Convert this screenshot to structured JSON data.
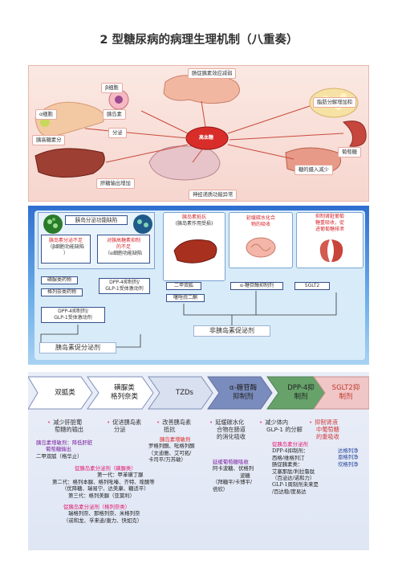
{
  "title": "2 型糖尿病的病理生理机制（八重奏）",
  "pathophys": {
    "labels": {
      "beta_cell": "β细胞",
      "alpha_cell": "α细胞",
      "hyperglucagon": "胰高糖素分",
      "insulin_secretion": [
        "胰岛素",
        "分泌"
      ],
      "incretin": "肠促胰素效应减弱",
      "lipolysis": "脂肪分解增加和",
      "glucose_reabsorption": "葡萄糖",
      "glucose_uptake": "糖的摄入减少",
      "hepatic_output": "肝糖输出增加",
      "neuro": "神经递质功能异常",
      "center": "高血糖"
    }
  },
  "panel2": {
    "insulin_deficiency": {
      "header": "胰岛分泌功能缺陷",
      "left_box": [
        "胰岛素分泌不足",
        "（β细胞功能缺陷",
        "）"
      ],
      "right_box": [
        "对胰高糖素抑制",
        "的不足",
        "（α细胞功能缺陷"
      ],
      "drugs": [
        "磺脲类药物",
        "格列奈类药物",
        "DPP-4抑制剂/",
        "GLP-1受体激动剂"
      ],
      "bottom_drug": [
        "DPP-4抑制剂/",
        "GLP-1受体激动剂"
      ]
    },
    "resistance": {
      "header": [
        "胰岛素抵抗",
        "(胰岛素作用受损)"
      ],
      "drugs": [
        "二甲双胍",
        "噻唑烷二酮"
      ]
    },
    "carb": {
      "header": [
        "延缓碳水化合",
        "物的吸收"
      ],
      "drug": "α-糖苷酶抑制剂"
    },
    "renal": {
      "header": [
        "抑制肾脏葡萄",
        "糖重吸收，促",
        "进葡萄糖排泄"
      ],
      "drug": "SGLT2"
    },
    "non_secretagogue": "非胰岛素促泌剂",
    "secretagogue": "胰岛素促分泌剂"
  },
  "panel3": {
    "arrows": [
      {
        "label": "双胍类",
        "color": "#ffffff"
      },
      {
        "label": "磺脲类\n格列奈类",
        "color": "#ffffff"
      },
      {
        "label": "TZDs",
        "color": "#d9e0ef"
      },
      {
        "label": "α-糖苷酶\n抑制剂",
        "color": "#7a8cbd"
      },
      {
        "label": "DPP-4抑\n制剂",
        "color": "#66a26a"
      },
      {
        "label": "SGLT2抑\n制剂",
        "color": "#f0c6c6"
      }
    ],
    "bullets": [
      [
        "减少肝脏葡",
        "萄糖的输出"
      ],
      [
        "促进胰岛素",
        "分泌"
      ],
      [
        "改善胰岛素",
        "抵抗"
      ],
      [
        "延缓碳水化",
        "合物在肠道",
        "的消化吸收"
      ],
      [
        "减少体内",
        "GLP-1 的分解"
      ],
      [
        "抑制肾液",
        "中葡萄糖",
        "的重吸收"
      ]
    ],
    "notes": {
      "sensitizer": [
        "胰岛素增敏剂：降低肝脏",
        "葡萄糖输出",
        "二甲双胍（格华止）"
      ],
      "tzd": [
        "胰岛素增敏剂",
        "罗格列酮、吡格列酮",
        "（文迪雅、艾可拓/",
        "卡司平/万苏敏）"
      ],
      "su": [
        "促胰岛素分泌剂（磺脲类）",
        "第一代：甲苯磺丁脲",
        "第二代：格列本脲、格列吡嗪、齐特、喹酮等",
        "（优降糖、瑞易宁、达美康、糖适平）",
        "第三代：格列美脲（亚莫利）"
      ],
      "glinide": [
        "促胰岛素分泌剂（格列奈类）",
        "瑞格列奈、那格列奈、米格列奈",
        "（诺和龙、孚来迪/唐力、快如克）"
      ],
      "agi": [
        "延缓葡萄糖吸收",
        "阿卡波糖、伏格列",
        "波糖",
        "（拜糖平/卡博平/",
        "倍欣）"
      ],
      "dpp4": [
        "促胰岛素分泌剂",
        "DPP-4抑制剂：",
        "西格/维格列汀",
        "肠促胰素类：",
        "艾塞那肽/利拉鲁肽",
        "（百泌达/诺和力）",
        "GLP-1周制剂未来是",
        "/百达稳/度易达"
      ],
      "sglt2": [
        "达格列净",
        "恩格列净",
        "坎格列净"
      ]
    }
  }
}
